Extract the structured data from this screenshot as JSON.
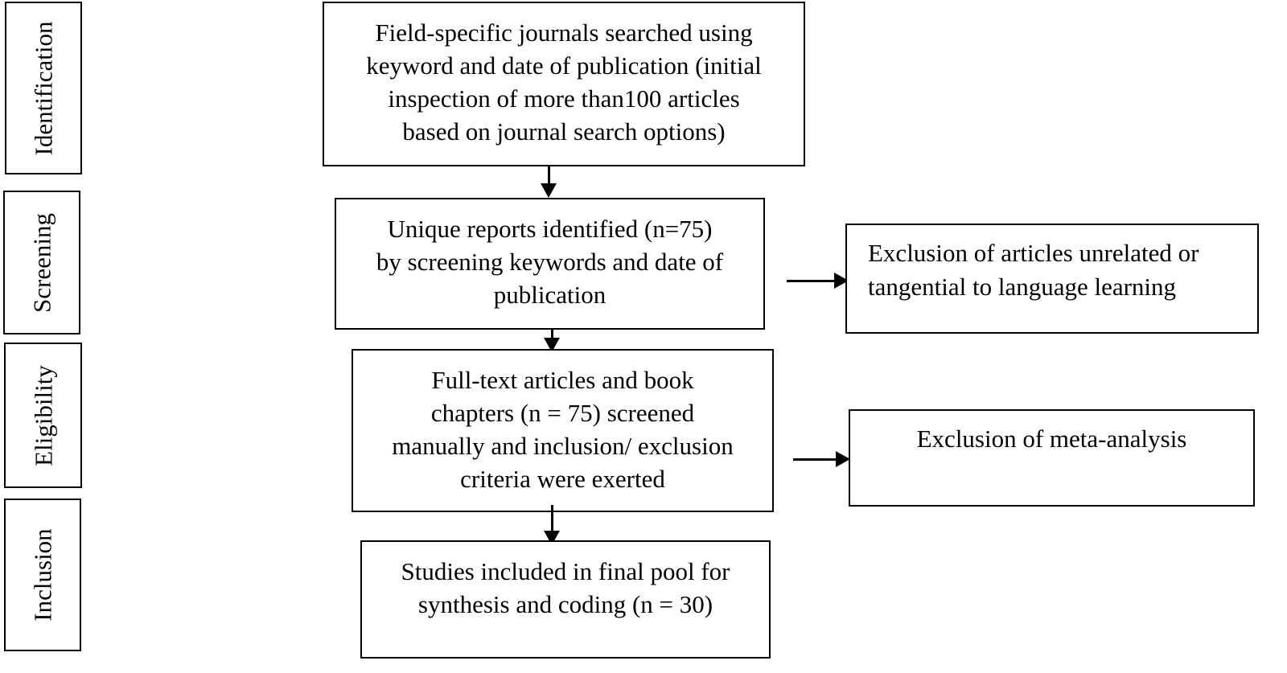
{
  "stages": {
    "identification": "Identification",
    "screening": "Screening",
    "eligibility": "Eligibility",
    "inclusion": "Inclusion"
  },
  "boxes": {
    "identification": {
      "lines": [
        "Field-specific journals searched using",
        "keyword and date of publication (initial",
        "inspection of more than100 articles",
        "based on journal search options)"
      ]
    },
    "screening": {
      "lines": [
        "Unique reports identified (n=75)",
        "by screening keywords and date of",
        "publication"
      ]
    },
    "screening_exclusion": {
      "lines": [
        "Exclusion of articles unrelated or",
        "tangential to language learning"
      ]
    },
    "eligibility": {
      "lines": [
        "Full-text articles and book",
        "chapters (n = 75) screened",
        "manually and inclusion/ exclusion",
        "criteria were exerted"
      ]
    },
    "eligibility_exclusion": {
      "lines": [
        "Exclusion of meta-analysis"
      ]
    },
    "inclusion": {
      "lines": [
        "Studies included in final pool for",
        "synthesis and coding (n = 30)"
      ]
    }
  }
}
